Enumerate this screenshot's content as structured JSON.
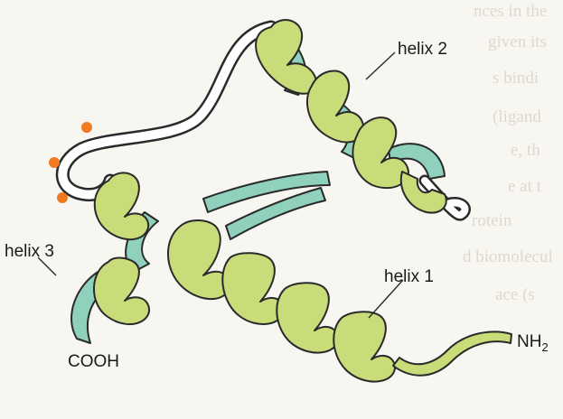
{
  "figure": {
    "labels": {
      "helix1": "helix 1",
      "helix2": "helix 2",
      "helix3": "helix 3",
      "cooh": "COOH",
      "nh2_base": "NH",
      "nh2_sub": "2"
    },
    "colors": {
      "background": "#f7f6f1",
      "ribbon_front": "#c9dc7a",
      "ribbon_back": "#8fd1bc",
      "outline": "#2a2a2a",
      "loop": "#ffffff",
      "dots": "#f07a22",
      "ghost_text": "#dad7cc"
    },
    "ghost_text_lines": [
      "nces in the",
      "given its",
      "s bindi",
      "(ligand",
      "e, th",
      "e at t",
      "rotein",
      "d biomolecul",
      "ace (s"
    ]
  }
}
